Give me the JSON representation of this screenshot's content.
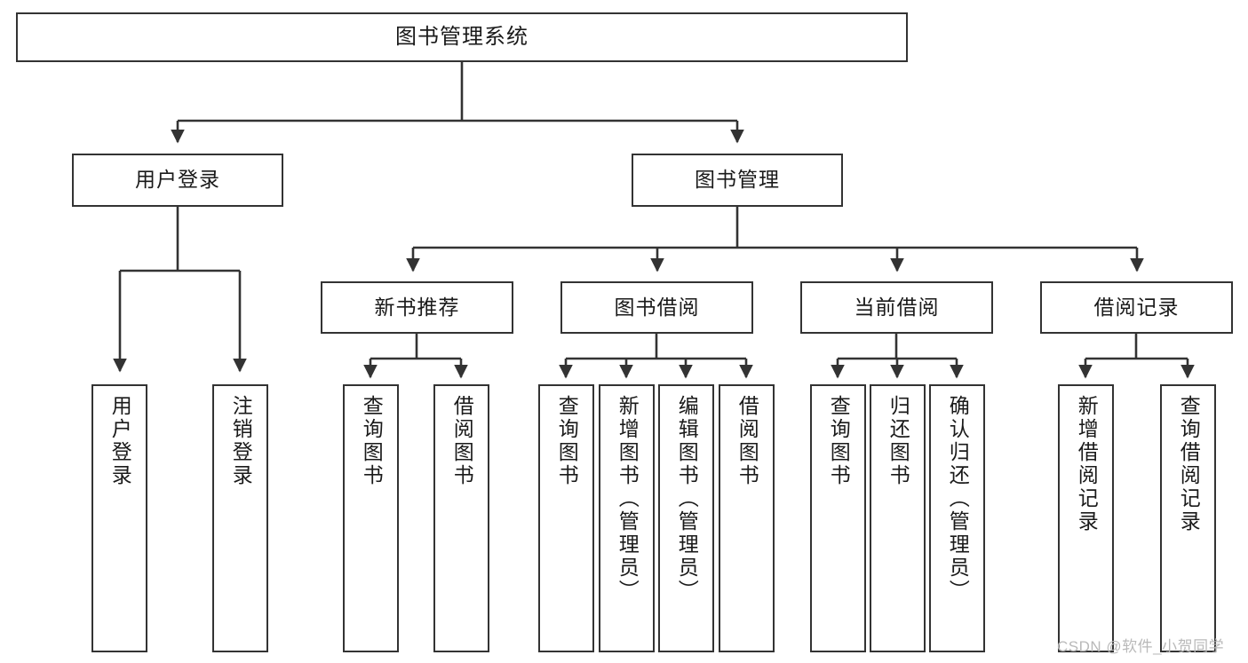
{
  "diagram": {
    "title": "图书管理系统",
    "type": "tree-hierarchy-chart",
    "watermark": "CSDN @软件_小贺同学",
    "colors": {
      "stroke": "#333333",
      "text": "#1a1a1a",
      "background": "#ffffff",
      "watermark": "#b9b9b9"
    },
    "root": {
      "label": "图书管理系统"
    },
    "level2": [
      {
        "id": "user-login",
        "label": "用户登录"
      },
      {
        "id": "book-manage",
        "label": "图书管理"
      }
    ],
    "level3": [
      {
        "id": "new-book-recommend",
        "label": "新书推荐"
      },
      {
        "id": "book-borrow",
        "label": "图书借阅"
      },
      {
        "id": "current-borrow",
        "label": "当前借阅"
      },
      {
        "id": "borrow-record",
        "label": "借阅记录"
      }
    ],
    "leaves": [
      {
        "id": "leaf-user-login",
        "label": "用户登录"
      },
      {
        "id": "leaf-logout",
        "label": "注销登录"
      },
      {
        "id": "leaf-query-book-1",
        "label": "查询图书"
      },
      {
        "id": "leaf-borrow-book-1",
        "label": "借阅图书"
      },
      {
        "id": "leaf-query-book-2",
        "label": "查询图书"
      },
      {
        "id": "leaf-add-book",
        "label": "新增图书（管理员）"
      },
      {
        "id": "leaf-edit-book",
        "label": "编辑图书（管理员）"
      },
      {
        "id": "leaf-borrow-book-2",
        "label": "借阅图书"
      },
      {
        "id": "leaf-query-book-3",
        "label": "查询图书"
      },
      {
        "id": "leaf-return-book",
        "label": "归还图书"
      },
      {
        "id": "leaf-confirm-return",
        "label": "确认归还（管理员）"
      },
      {
        "id": "leaf-add-record",
        "label": "新增借阅记录"
      },
      {
        "id": "leaf-query-record",
        "label": "查询借阅记录"
      }
    ]
  }
}
